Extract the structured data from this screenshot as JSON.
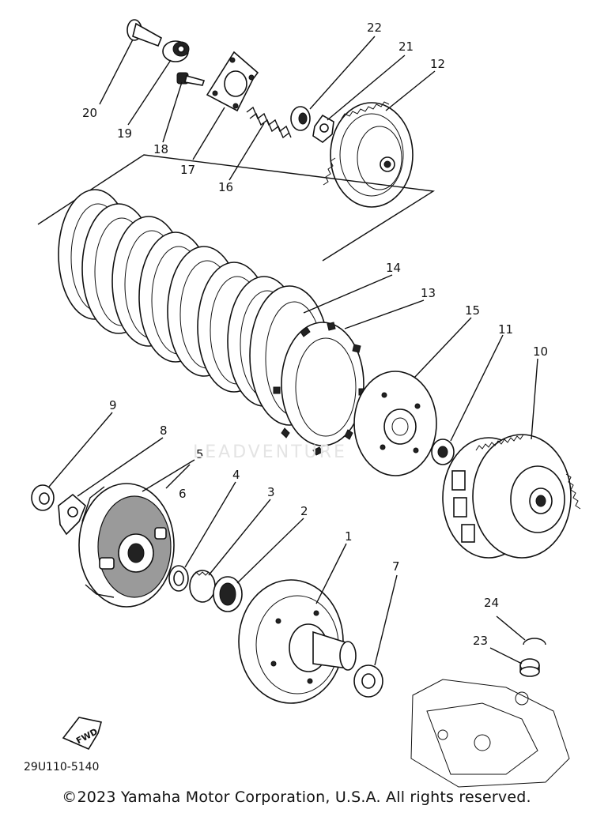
{
  "diagram": {
    "drawing_code": "29U110-5140",
    "fwd_label": "FWD",
    "watermark": "LEADVENTURE",
    "copyright": "©2023 Yamaha Motor Corporation, U.S.A. All rights reserved.",
    "callouts": [
      "1",
      "2",
      "3",
      "4",
      "5",
      "6",
      "7",
      "8",
      "9",
      "10",
      "11",
      "12",
      "13",
      "14",
      "15",
      "16",
      "17",
      "18",
      "19",
      "20",
      "21",
      "22",
      "23",
      "24"
    ]
  }
}
